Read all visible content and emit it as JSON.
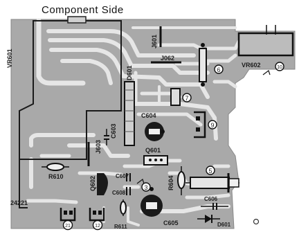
{
  "title": "Component Side",
  "board_code": "24221",
  "components": {
    "vr601": "VR601",
    "vr602": "VR602",
    "j601": "J601",
    "j062": "J062",
    "d601": "D601",
    "j603": "J603",
    "c603": "C603",
    "c604": "C604",
    "q601": "Q601",
    "c607": "C607",
    "c608": "C608",
    "q602": "Q602",
    "r610": "R610",
    "r611": "R611",
    "r604": "R604",
    "c605": "C605",
    "c606": "C606",
    "d601b": "D601"
  },
  "markers": {
    "m6": "6",
    "m7": "7",
    "m9": "9",
    "m10": "10",
    "m5": "5",
    "m3": "3",
    "m21": "21",
    "m12": "12"
  }
}
